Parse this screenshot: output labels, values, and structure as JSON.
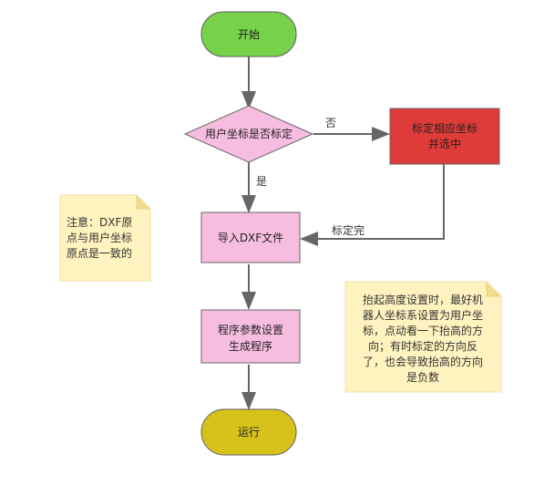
{
  "colors": {
    "start": "#77d24a",
    "end": "#d7c21c",
    "process": "#f7bde0",
    "alert": "#df3b39",
    "note": "#fff3bf",
    "line": "#666666"
  },
  "nodes": {
    "start": "开始",
    "decision": "用户坐标是否标定",
    "calibrate_line1": "标定相应坐标",
    "calibrate_line2": "并选中",
    "import": "导入DXF文件",
    "program_line1": "程序参数设置",
    "program_line2": "生成程序",
    "end": "运行"
  },
  "edge_labels": {
    "no": "否",
    "yes": "是",
    "done": "标定完"
  },
  "notes": {
    "left_lines": [
      "注意：DXF原",
      "点与用户坐标",
      "原点是一致的"
    ],
    "right_lines": [
      "抬起高度设置时，最好机",
      "器人坐标系设置为用户坐",
      "标，点动看一下抬高的方",
      "向；有时标定的方向反",
      "了，也会导致抬高的方向",
      "是负数"
    ]
  }
}
